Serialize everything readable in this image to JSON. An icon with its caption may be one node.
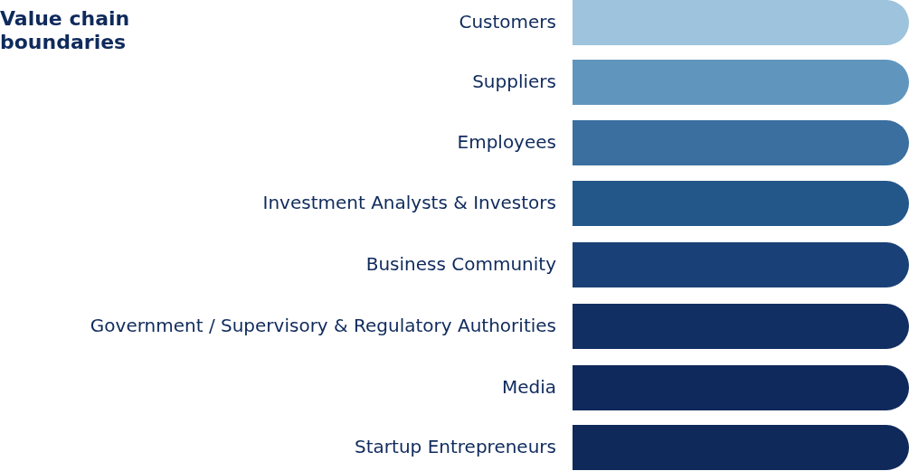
{
  "diagram": {
    "title": "Value chain boundaries",
    "nodes": [
      {
        "text": [],
        "shape": "bar",
        "beside": [
          "Customers"
        ]
      },
      {
        "text": [],
        "shape": "bar",
        "beside": [
          "Suppliers"
        ]
      },
      {
        "text": [],
        "shape": "bar",
        "beside": [
          "Employees"
        ]
      },
      {
        "text": [],
        "shape": "bar",
        "beside": [
          "Investment Analysts & Investors"
        ]
      },
      {
        "text": [],
        "shape": "bar",
        "beside": [
          "Business Community"
        ]
      },
      {
        "text": [],
        "shape": "bar",
        "beside": [
          "Government / Supervisory & Regulatory Authorities"
        ]
      },
      {
        "text": [],
        "shape": "bar",
        "beside": [
          "Media"
        ]
      },
      {
        "text": [],
        "shape": "bar",
        "beside": [
          "Startup Entrepreneurs"
        ]
      }
    ]
  }
}
